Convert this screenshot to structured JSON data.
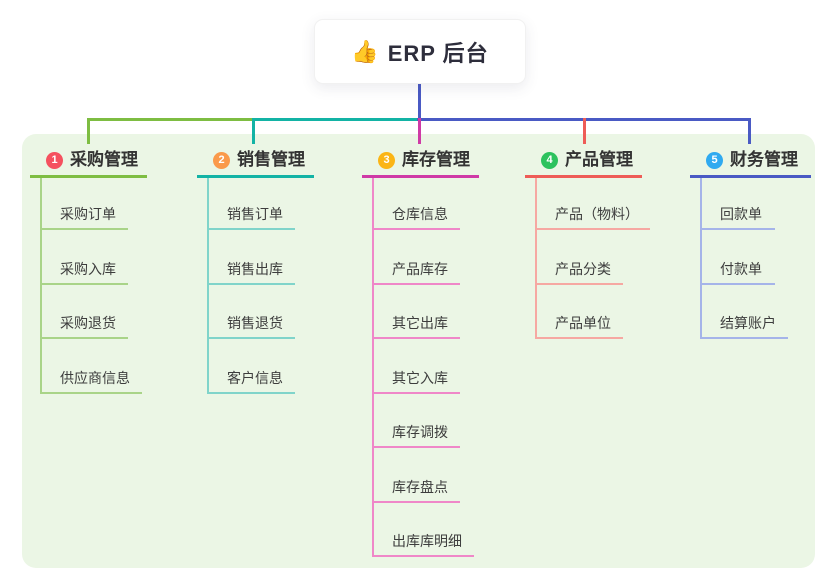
{
  "root": {
    "icon": "👍",
    "title": "ERP 后台"
  },
  "connector_color": "#4a5ac4",
  "panel_color": "#ebf6e5",
  "branches": [
    {
      "num": "1",
      "title": "采购管理",
      "badge_color": "#f5515f",
      "line_color": "#7ebd42",
      "child_line_color": "#a9d488",
      "children": [
        "采购订单",
        "采购入库",
        "采购退货",
        "供应商信息"
      ]
    },
    {
      "num": "2",
      "title": "销售管理",
      "badge_color": "#fa9a4b",
      "line_color": "#13b3a5",
      "child_line_color": "#80d4ca",
      "children": [
        "销售订单",
        "销售出库",
        "销售退货",
        "客户信息"
      ]
    },
    {
      "num": "3",
      "title": "库存管理",
      "badge_color": "#fbb515",
      "line_color": "#cf3aa6",
      "child_line_color": "#ef87c8",
      "children": [
        "仓库信息",
        "产品库存",
        "其它出库",
        "其它入库",
        "库存调拨",
        "库存盘点",
        "出库库明细"
      ]
    },
    {
      "num": "4",
      "title": "产品管理",
      "badge_color": "#2dc25e",
      "line_color": "#ee5c57",
      "child_line_color": "#f6a8a2",
      "children": [
        "产品（物料）",
        "产品分类",
        "产品单位"
      ]
    },
    {
      "num": "5",
      "title": "财务管理",
      "badge_color": "#2faaf0",
      "line_color": "#4a5ac4",
      "child_line_color": "#a5b4e9",
      "children": [
        "回款单",
        "付款单",
        "结算账户"
      ]
    }
  ]
}
